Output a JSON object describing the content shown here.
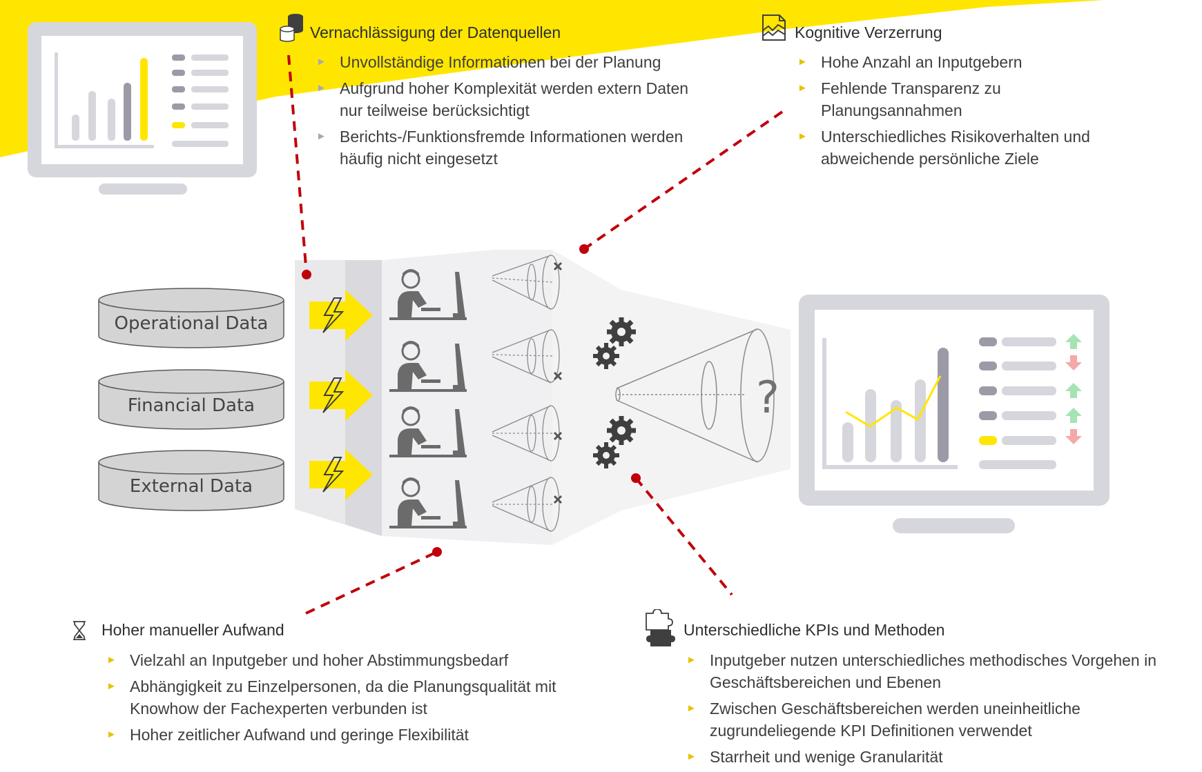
{
  "colors": {
    "accent_yellow": "#ffe600",
    "dash_red": "#c0000b",
    "monitor_gray": "#d6d6dd",
    "dark_gray": "#9b9ba8",
    "funnel_gray": "#ececec",
    "arrow_up": "#a6e3b4",
    "arrow_down": "#f5a8a8"
  },
  "databases": [
    {
      "label": "Operational Data"
    },
    {
      "label": "Financial Data"
    },
    {
      "label": "External Data"
    }
  ],
  "sections": {
    "datenquellen": {
      "title": "Vernachlässigung der Datenquellen",
      "icon": "database-icon",
      "items": [
        "Unvollständige Informationen bei der Planung",
        "Aufgrund hoher Komplexität werden extern Daten nur teilweise berücksichtigt",
        "Berichts-/Funktionsfremde Informationen werden häufig nicht eingesetzt"
      ]
    },
    "kognitiv": {
      "title": "Kognitive Verzerrung",
      "icon": "chart-document-icon",
      "items": [
        "Hohe Anzahl an Inputgebern",
        "Fehlende Transparenz zu Planungsannahmen",
        "Unterschiedliches Risikoverhalten und abweichende persönliche Ziele"
      ]
    },
    "manuell": {
      "title": "Hoher manueller Aufwand",
      "icon": "hourglass-icon",
      "items": [
        "Vielzahl an Inputgeber und hoher Abstimmungsbedarf",
        "Abhängigkeit zu Einzelpersonen, da die Planungsqualität mit Knowhow der Fachexperten verbunden ist",
        "Hoher zeitlicher Aufwand und geringe Flexibilität"
      ]
    },
    "kpis": {
      "title": "Unterschiedliche KPIs und Methoden",
      "icon": "puzzle-icon",
      "items": [
        "Inputgeber nutzen unterschiedliches methodisches Vorgehen in Geschäftsbereichen und Ebenen",
        "Zwischen Geschäftsbereichen werden uneinheitliche zugrundeliegende KPI Definitionen verwendet",
        "Starrheit und wenige Granularität"
      ]
    }
  },
  "question_mark": "?"
}
